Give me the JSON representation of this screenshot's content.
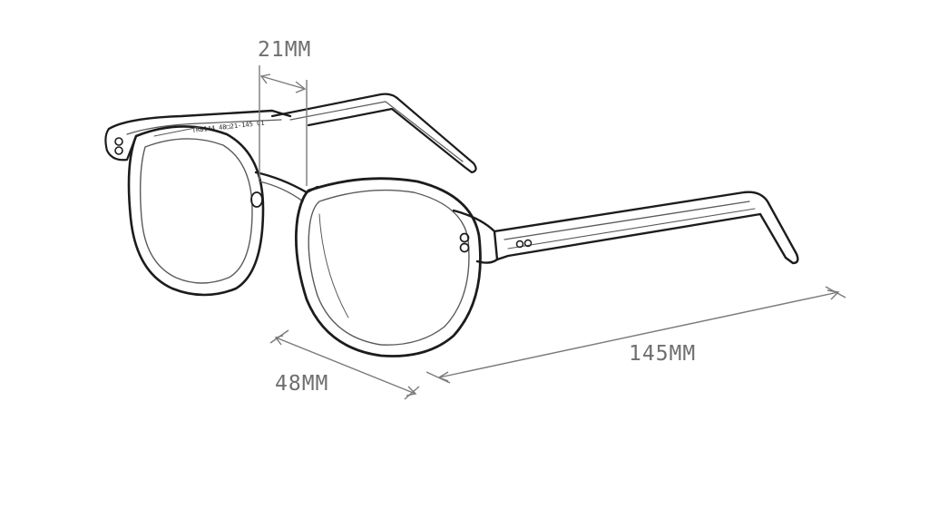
{
  "dimensions": {
    "bridge": {
      "label": "21MM"
    },
    "lens_width": {
      "label": "48MM"
    },
    "temple_length": {
      "label": "145MM"
    }
  },
  "temple_inscription": "TR8144 48□21-145 C1",
  "colors": {
    "frame_stroke": "#1c1c1c",
    "dimension_line": "#7a7a7a",
    "dimension_text": "#6f6f6f",
    "background": "#ffffff"
  }
}
